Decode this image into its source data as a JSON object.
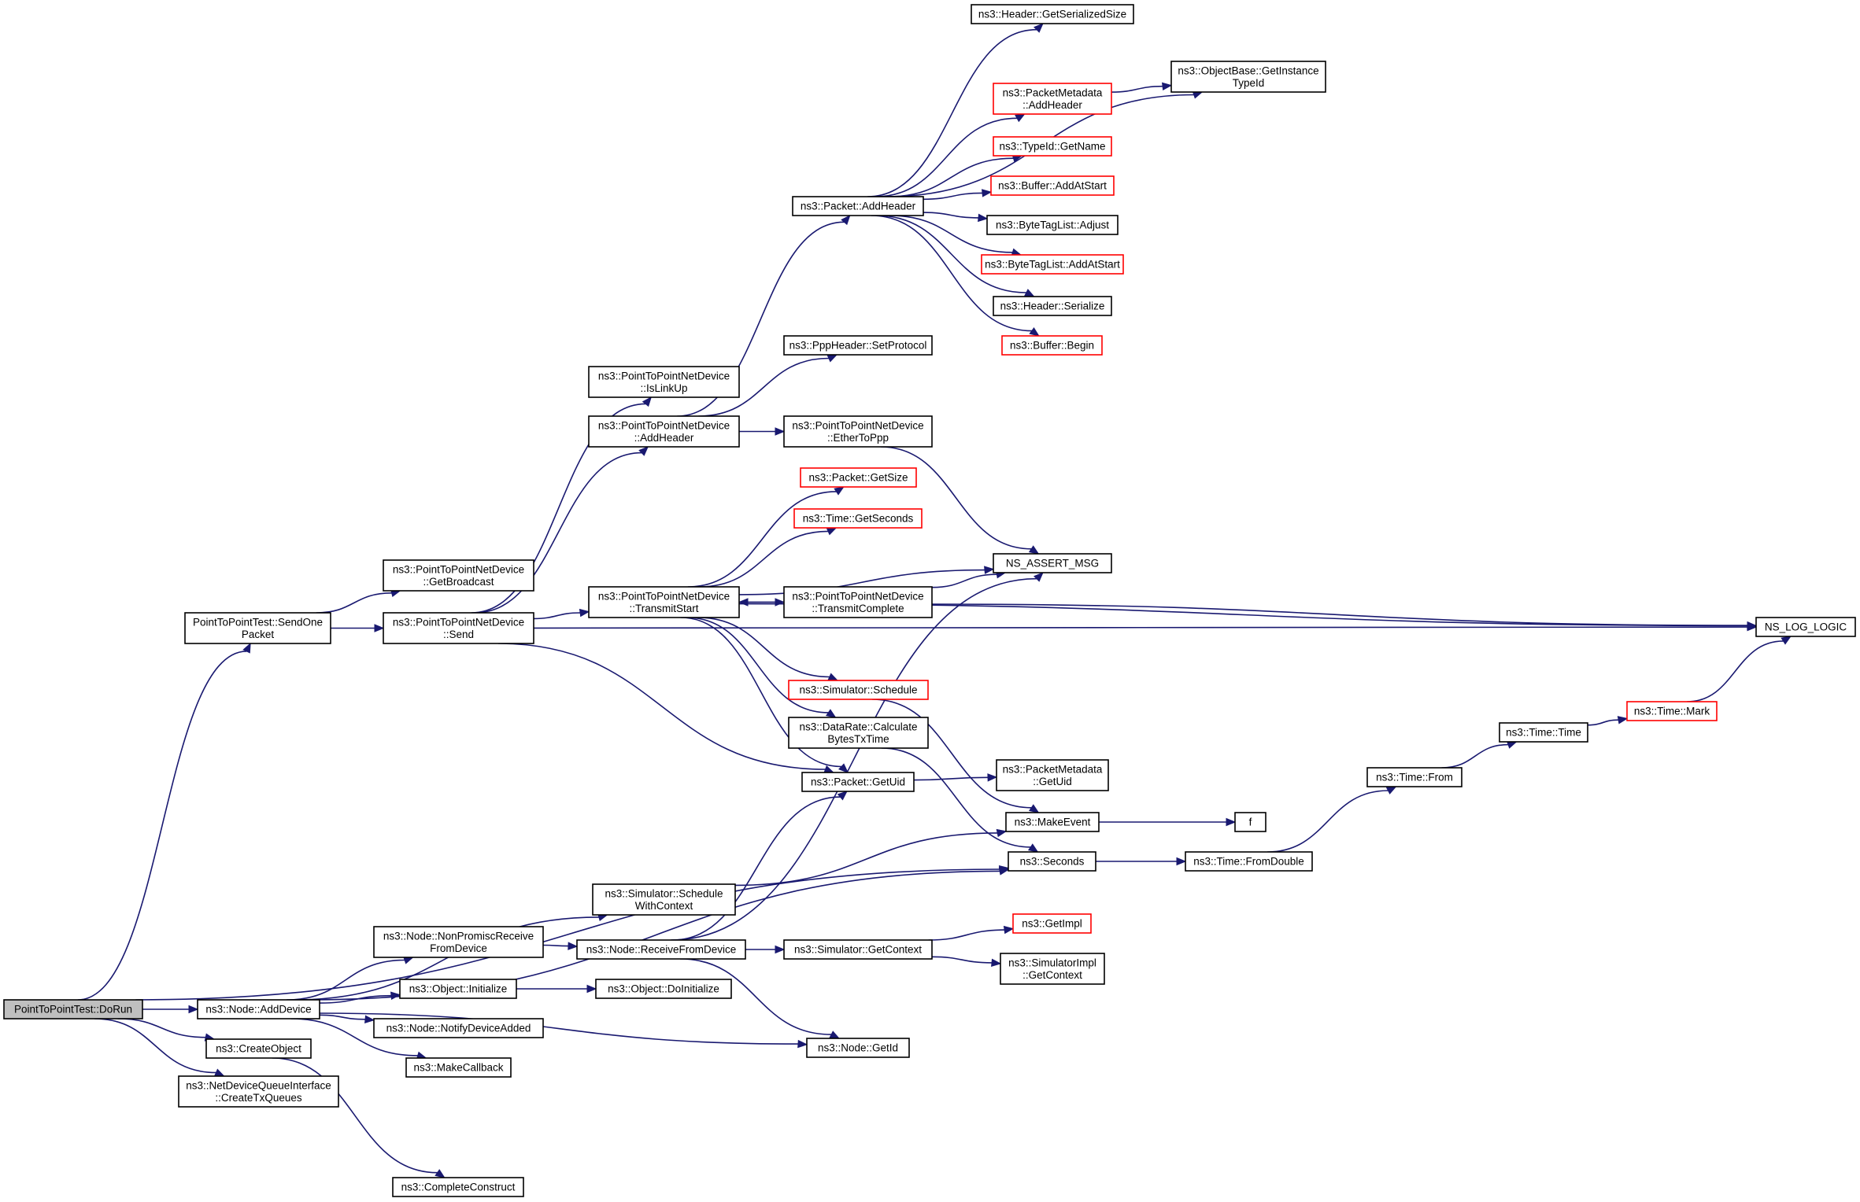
{
  "diagram": {
    "type": "call-graph",
    "colors": {
      "edge": "#191970",
      "node_border": "#000000",
      "truncated_border": "#ff0000",
      "root_fill": "#bfbfbf"
    },
    "nodes": [
      {
        "id": "dorun",
        "lines": [
          "PointToPointTest::DoRun"
        ],
        "style": "root"
      },
      {
        "id": "sendone",
        "lines": [
          "PointToPointTest::SendOne",
          "Packet"
        ],
        "style": "normal"
      },
      {
        "id": "adddevice",
        "lines": [
          "ns3::Node::AddDevice"
        ],
        "style": "normal"
      },
      {
        "id": "createobject",
        "lines": [
          "ns3::CreateObject"
        ],
        "style": "normal"
      },
      {
        "id": "createtxq",
        "lines": [
          "ns3::NetDeviceQueueInterface",
          "::CreateTxQueues"
        ],
        "style": "normal"
      },
      {
        "id": "getbroadcast",
        "lines": [
          "ns3::PointToPointNetDevice",
          "::GetBroadcast"
        ],
        "style": "normal"
      },
      {
        "id": "send",
        "lines": [
          "ns3::PointToPointNetDevice",
          "::Send"
        ],
        "style": "normal"
      },
      {
        "id": "islinkup",
        "lines": [
          "ns3::PointToPointNetDevice",
          "::IsLinkUp"
        ],
        "style": "normal"
      },
      {
        "id": "p2paddheader",
        "lines": [
          "ns3::PointToPointNetDevice",
          "::AddHeader"
        ],
        "style": "normal"
      },
      {
        "id": "transmitstart",
        "lines": [
          "ns3::PointToPointNetDevice",
          "::TransmitStart"
        ],
        "style": "normal"
      },
      {
        "id": "schedwithctx",
        "lines": [
          "ns3::Simulator::Schedule",
          "WithContext"
        ],
        "style": "normal"
      },
      {
        "id": "nonpromisc",
        "lines": [
          "ns3::Node::NonPromiscReceive",
          "FromDevice"
        ],
        "style": "normal"
      },
      {
        "id": "objinit",
        "lines": [
          "ns3::Object::Initialize"
        ],
        "style": "normal"
      },
      {
        "id": "notifyadded",
        "lines": [
          "ns3::Node::NotifyDeviceAdded"
        ],
        "style": "normal"
      },
      {
        "id": "makecallback",
        "lines": [
          "ns3::MakeCallback"
        ],
        "style": "normal"
      },
      {
        "id": "completeconstruct",
        "lines": [
          "ns3::CompleteConstruct"
        ],
        "style": "normal"
      },
      {
        "id": "receivefromdevice",
        "lines": [
          "ns3::Node::ReceiveFromDevice"
        ],
        "style": "normal"
      },
      {
        "id": "doinit",
        "lines": [
          "ns3::Object::DoInitialize"
        ],
        "style": "normal"
      },
      {
        "id": "pktaddheader",
        "lines": [
          "ns3::Packet::AddHeader"
        ],
        "style": "normal"
      },
      {
        "id": "pppsetproto",
        "lines": [
          "ns3::PppHeader::SetProtocol"
        ],
        "style": "normal"
      },
      {
        "id": "ethertoppp",
        "lines": [
          "ns3::PointToPointNetDevice",
          "::EtherToPpp"
        ],
        "style": "normal"
      },
      {
        "id": "pktgetsize",
        "lines": [
          "ns3::Packet::GetSize"
        ],
        "style": "red"
      },
      {
        "id": "timegetseconds",
        "lines": [
          "ns3::Time::GetSeconds"
        ],
        "style": "red"
      },
      {
        "id": "transmitcomplete",
        "lines": [
          "ns3::PointToPointNetDevice",
          "::TransmitComplete"
        ],
        "style": "normal"
      },
      {
        "id": "simschedule",
        "lines": [
          "ns3::Simulator::Schedule"
        ],
        "style": "red"
      },
      {
        "id": "datarate",
        "lines": [
          "ns3::DataRate::Calculate",
          "BytesTxTime"
        ],
        "style": "normal"
      },
      {
        "id": "pktgetuid",
        "lines": [
          "ns3::Packet::GetUid"
        ],
        "style": "normal"
      },
      {
        "id": "simgetcontext",
        "lines": [
          "ns3::Simulator::GetContext"
        ],
        "style": "normal"
      },
      {
        "id": "nodegetid",
        "lines": [
          "ns3::Node::GetId"
        ],
        "style": "normal"
      },
      {
        "id": "hdrgetsersize",
        "lines": [
          "ns3::Header::GetSerializedSize"
        ],
        "style": "normal"
      },
      {
        "id": "pmaddheader",
        "lines": [
          "ns3::PacketMetadata",
          "::AddHeader"
        ],
        "style": "red"
      },
      {
        "id": "typeidgetname",
        "lines": [
          "ns3::TypeId::GetName"
        ],
        "style": "red"
      },
      {
        "id": "bufaddatstart",
        "lines": [
          "ns3::Buffer::AddAtStart"
        ],
        "style": "red"
      },
      {
        "id": "btladjust",
        "lines": [
          "ns3::ByteTagList::Adjust"
        ],
        "style": "normal"
      },
      {
        "id": "btladdatstart",
        "lines": [
          "ns3::ByteTagList::AddAtStart"
        ],
        "style": "red"
      },
      {
        "id": "hdrserialize",
        "lines": [
          "ns3::Header::Serialize"
        ],
        "style": "normal"
      },
      {
        "id": "bufbegin",
        "lines": [
          "ns3::Buffer::Begin"
        ],
        "style": "red"
      },
      {
        "id": "nsassert",
        "lines": [
          "NS_ASSERT_MSG"
        ],
        "style": "normal"
      },
      {
        "id": "pmgetuid",
        "lines": [
          "ns3::PacketMetadata",
          "::GetUid"
        ],
        "style": "normal"
      },
      {
        "id": "makeevent",
        "lines": [
          "ns3::MakeEvent"
        ],
        "style": "normal"
      },
      {
        "id": "seconds",
        "lines": [
          "ns3::Seconds"
        ],
        "style": "normal"
      },
      {
        "id": "getimpl",
        "lines": [
          "ns3::GetImpl"
        ],
        "style": "red"
      },
      {
        "id": "simimplgetctx",
        "lines": [
          "ns3::SimulatorImpl",
          "::GetContext"
        ],
        "style": "normal"
      },
      {
        "id": "objbasegettid",
        "lines": [
          "ns3::ObjectBase::GetInstance",
          "TypeId"
        ],
        "style": "normal"
      },
      {
        "id": "f",
        "lines": [
          "f"
        ],
        "style": "normal"
      },
      {
        "id": "timefromdouble",
        "lines": [
          "ns3::Time::FromDouble"
        ],
        "style": "normal"
      },
      {
        "id": "timefrom",
        "lines": [
          "ns3::Time::From"
        ],
        "style": "normal"
      },
      {
        "id": "timetime",
        "lines": [
          "ns3::Time::Time"
        ],
        "style": "normal"
      },
      {
        "id": "timemark",
        "lines": [
          "ns3::Time::Mark"
        ],
        "style": "red"
      },
      {
        "id": "nslog",
        "lines": [
          "NS_LOG_LOGIC"
        ],
        "style": "normal"
      }
    ],
    "edges": [
      [
        "dorun",
        "sendone"
      ],
      [
        "dorun",
        "adddevice"
      ],
      [
        "dorun",
        "createobject"
      ],
      [
        "dorun",
        "createtxq"
      ],
      [
        "dorun",
        "seconds"
      ],
      [
        "sendone",
        "getbroadcast"
      ],
      [
        "sendone",
        "send"
      ],
      [
        "send",
        "islinkup"
      ],
      [
        "send",
        "p2paddheader"
      ],
      [
        "send",
        "transmitstart"
      ],
      [
        "send",
        "pktgetuid"
      ],
      [
        "send",
        "nslog"
      ],
      [
        "p2paddheader",
        "pktaddheader"
      ],
      [
        "p2paddheader",
        "pppsetproto"
      ],
      [
        "p2paddheader",
        "ethertoppp"
      ],
      [
        "transmitstart",
        "pktgetsize"
      ],
      [
        "transmitstart",
        "timegetseconds"
      ],
      [
        "transmitstart",
        "nsassert"
      ],
      [
        "transmitstart",
        "transmitcomplete"
      ],
      [
        "transmitstart",
        "simschedule"
      ],
      [
        "transmitstart",
        "datarate"
      ],
      [
        "transmitstart",
        "pktgetuid"
      ],
      [
        "transmitstart",
        "nslog"
      ],
      [
        "transmitcomplete",
        "transmitstart"
      ],
      [
        "transmitcomplete",
        "nsassert"
      ],
      [
        "transmitcomplete",
        "nslog"
      ],
      [
        "ethertoppp",
        "nsassert"
      ],
      [
        "simschedule",
        "makeevent"
      ],
      [
        "datarate",
        "seconds"
      ],
      [
        "pktgetuid",
        "pmgetuid"
      ],
      [
        "makeevent",
        "f"
      ],
      [
        "seconds",
        "timefromdouble"
      ],
      [
        "timefromdouble",
        "timefrom"
      ],
      [
        "timefrom",
        "timetime"
      ],
      [
        "timetime",
        "timemark"
      ],
      [
        "timemark",
        "nslog"
      ],
      [
        "adddevice",
        "schedwithctx"
      ],
      [
        "adddevice",
        "nonpromisc"
      ],
      [
        "adddevice",
        "objinit"
      ],
      [
        "adddevice",
        "notifyadded"
      ],
      [
        "adddevice",
        "makecallback"
      ],
      [
        "adddevice",
        "nodegetid"
      ],
      [
        "adddevice",
        "seconds"
      ],
      [
        "createobject",
        "completeconstruct"
      ],
      [
        "schedwithctx",
        "makeevent"
      ],
      [
        "nonpromisc",
        "receivefromdevice"
      ],
      [
        "receivefromdevice",
        "pktgetuid"
      ],
      [
        "receivefromdevice",
        "nsassert"
      ],
      [
        "receivefromdevice",
        "simgetcontext"
      ],
      [
        "receivefromdevice",
        "nodegetid"
      ],
      [
        "objinit",
        "doinit"
      ],
      [
        "simgetcontext",
        "getimpl"
      ],
      [
        "simgetcontext",
        "simimplgetctx"
      ],
      [
        "pktaddheader",
        "hdrgetsersize"
      ],
      [
        "pktaddheader",
        "objbasegettid"
      ],
      [
        "pktaddheader",
        "pmaddheader"
      ],
      [
        "pktaddheader",
        "typeidgetname"
      ],
      [
        "pktaddheader",
        "bufaddatstart"
      ],
      [
        "pktaddheader",
        "btladjust"
      ],
      [
        "pktaddheader",
        "btladdatstart"
      ],
      [
        "pktaddheader",
        "hdrserialize"
      ],
      [
        "pktaddheader",
        "bufbegin"
      ],
      [
        "pmaddheader",
        "objbasegettid"
      ]
    ]
  }
}
